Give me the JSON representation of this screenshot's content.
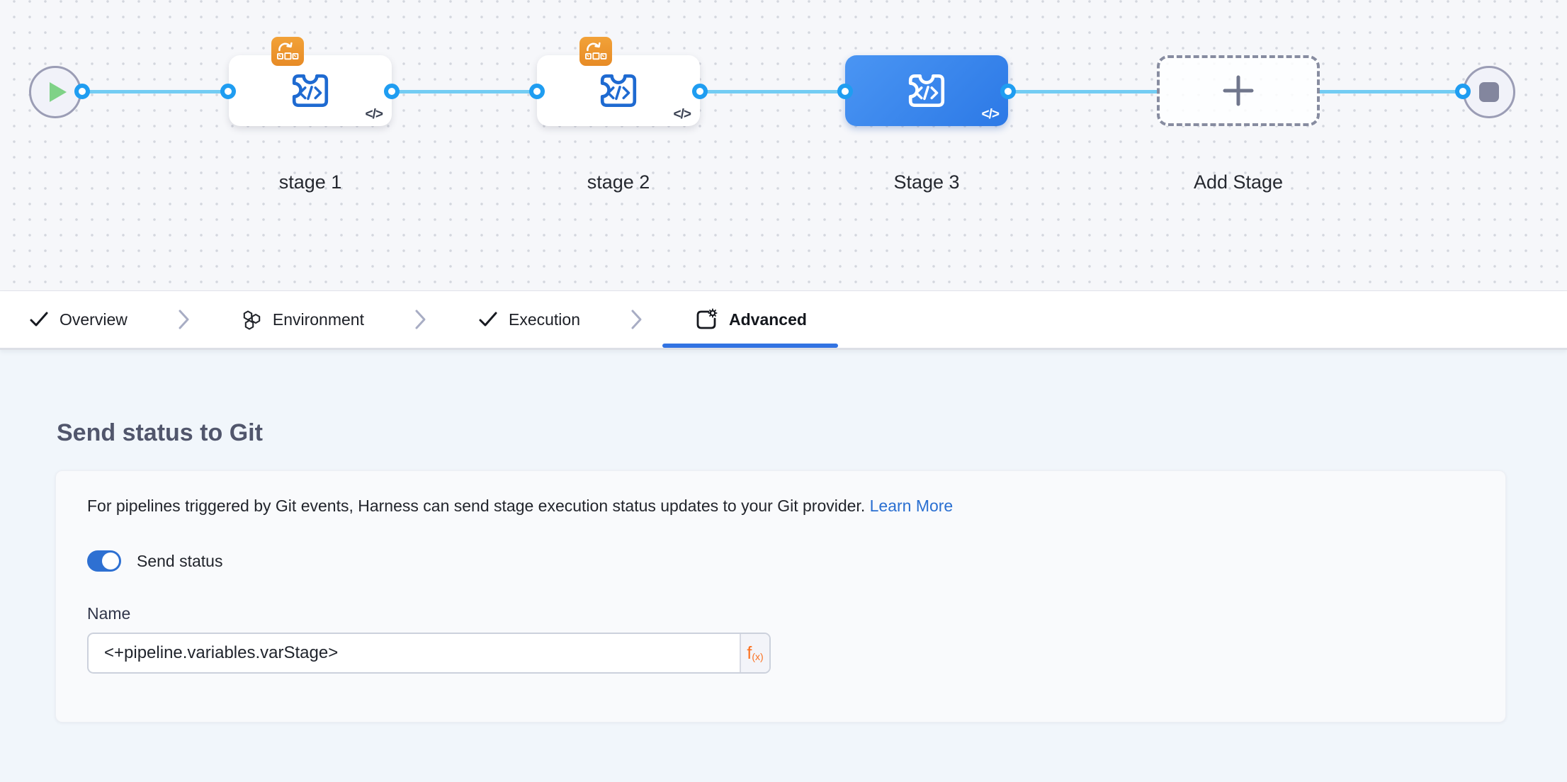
{
  "pipeline": {
    "stages": [
      {
        "label": "stage 1",
        "type": "stage",
        "selected": false,
        "template_badge": true
      },
      {
        "label": "stage 2",
        "type": "stage",
        "selected": false,
        "template_badge": true
      },
      {
        "label": "Stage 3",
        "type": "stage",
        "selected": true,
        "template_badge": false
      },
      {
        "label": "Add Stage",
        "type": "add-stage-button"
      }
    ],
    "start_node": "play",
    "end_node": "stop"
  },
  "tabs": [
    {
      "label": "Overview",
      "icon": "check-icon",
      "active": false
    },
    {
      "label": "Environment",
      "icon": "hexagons-icon",
      "active": false
    },
    {
      "label": "Execution",
      "icon": "check-icon",
      "active": false
    },
    {
      "label": "Advanced",
      "icon": "panel-gear-icon",
      "active": true
    }
  ],
  "panel": {
    "heading": "Send status to Git",
    "description": "For pipelines triggered by Git events, Harness can send stage execution status updates to your Git provider.",
    "link_label": "Learn More",
    "toggle_label": "Send status",
    "toggle_on": true,
    "name_label": "Name",
    "name_value": "<+pipeline.variables.varStage>",
    "expression_button": {
      "f": "f",
      "sub": "(x)"
    }
  },
  "icons": {
    "code_glyph": "</>",
    "stage_icon": "template-puzzle",
    "badge_icon": "template-rollback"
  },
  "colors": {
    "selected_stage_start": "#4a95f3",
    "selected_stage_end": "#2c79e6",
    "connector_line": "#73ccf3",
    "port_ring": "#1f9df1",
    "active_tab_underline": "#3273e2",
    "toggle_on": "#2e70d2",
    "link_text": "#2a6fd1",
    "badge_orange": "#ed9530",
    "expression_orange": "#fb7222",
    "play_green": "#7fd287"
  }
}
